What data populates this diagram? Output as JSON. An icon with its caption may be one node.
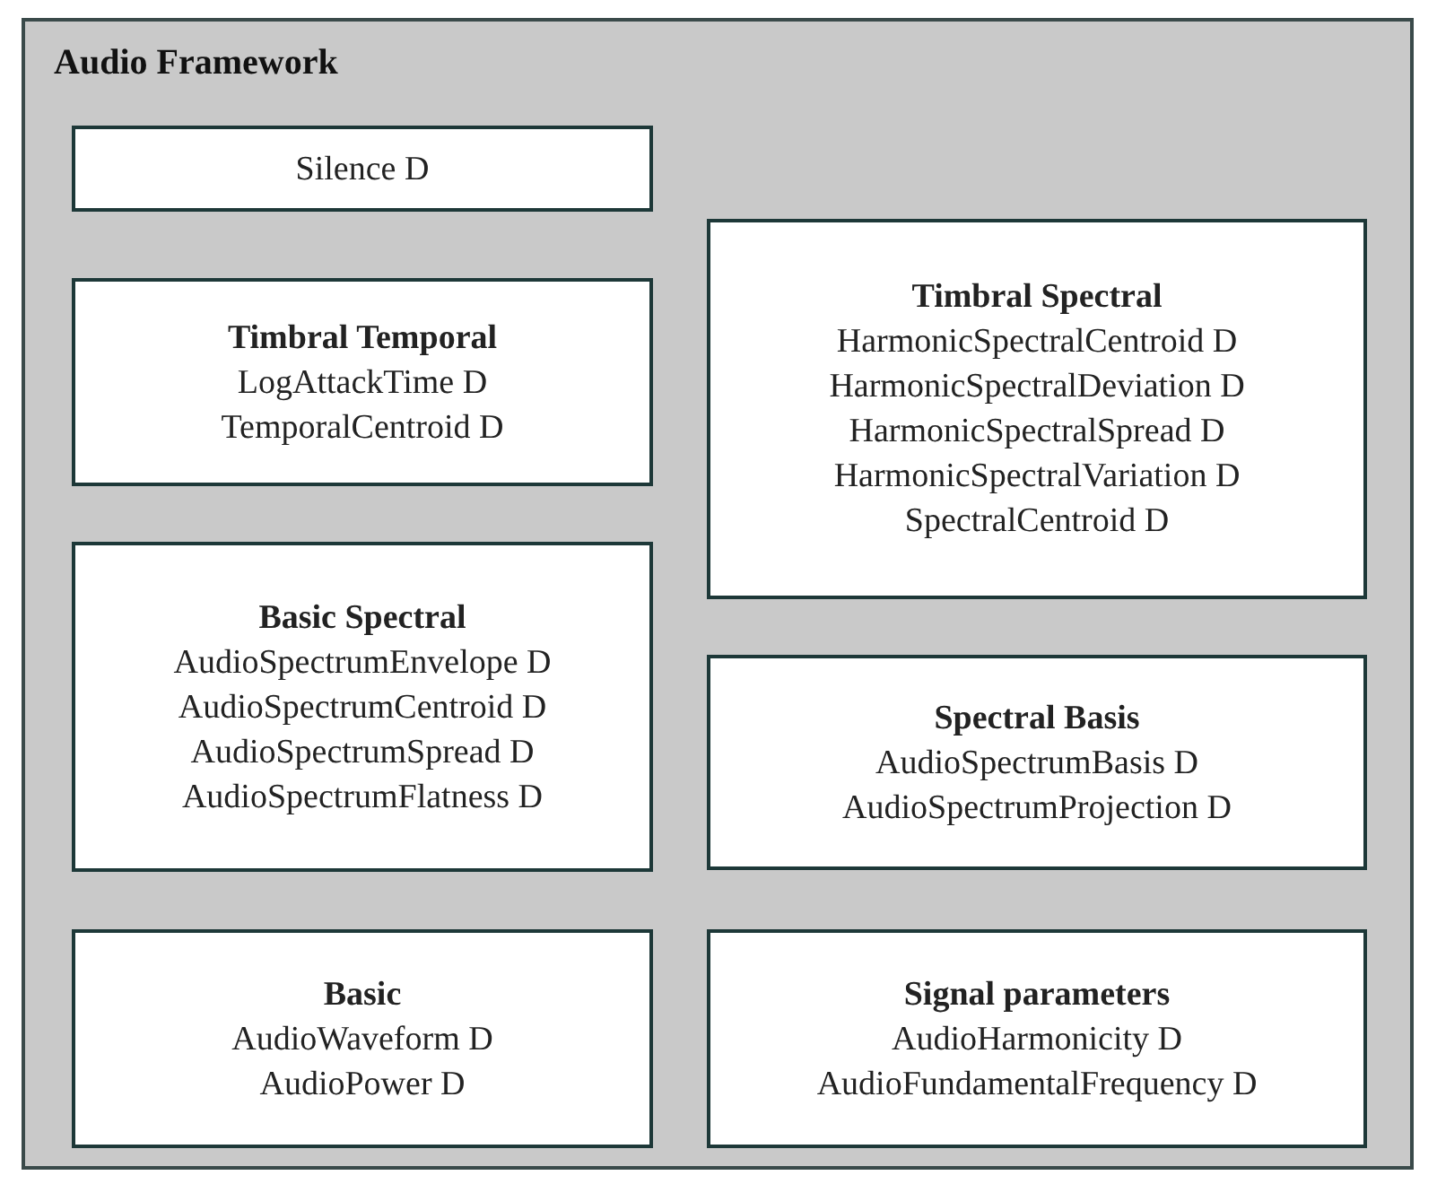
{
  "diagram": {
    "nodes": [
      {
        "text": [
          "Audio Framework"
        ]
      },
      {
        "text": [
          "Silence D"
        ],
        "in": 0
      },
      {
        "text": [
          "Timbral Temporal",
          "LogAttackTime D",
          "TemporalCentroid D"
        ],
        "in": 0
      },
      {
        "text": [
          "Basic Spectral",
          "AudioSpectrumEnvelope D",
          "AudioSpectrumCentroid D",
          "AudioSpectrumSpread D",
          "AudioSpectrumFlatness D"
        ],
        "in": 0
      },
      {
        "text": [
          "Basic",
          "AudioWaveform D",
          "AudioPower D"
        ],
        "in": 0
      },
      {
        "text": [
          "Timbral Spectral",
          "HarmonicSpectralCentroid D",
          "HarmonicSpectralDeviation D",
          "HarmonicSpectralSpread D",
          "HarmonicSpectralVariation D",
          "SpectralCentroid D"
        ],
        "in": 0
      },
      {
        "text": [
          "Spectral Basis",
          "AudioSpectrumBasis D",
          "AudioSpectrumProjection D"
        ],
        "in": 0
      },
      {
        "text": [
          "Signal parameters",
          "AudioHarmonicity D",
          "AudioFundamentalFrequency D"
        ],
        "in": 0
      }
    ]
  }
}
